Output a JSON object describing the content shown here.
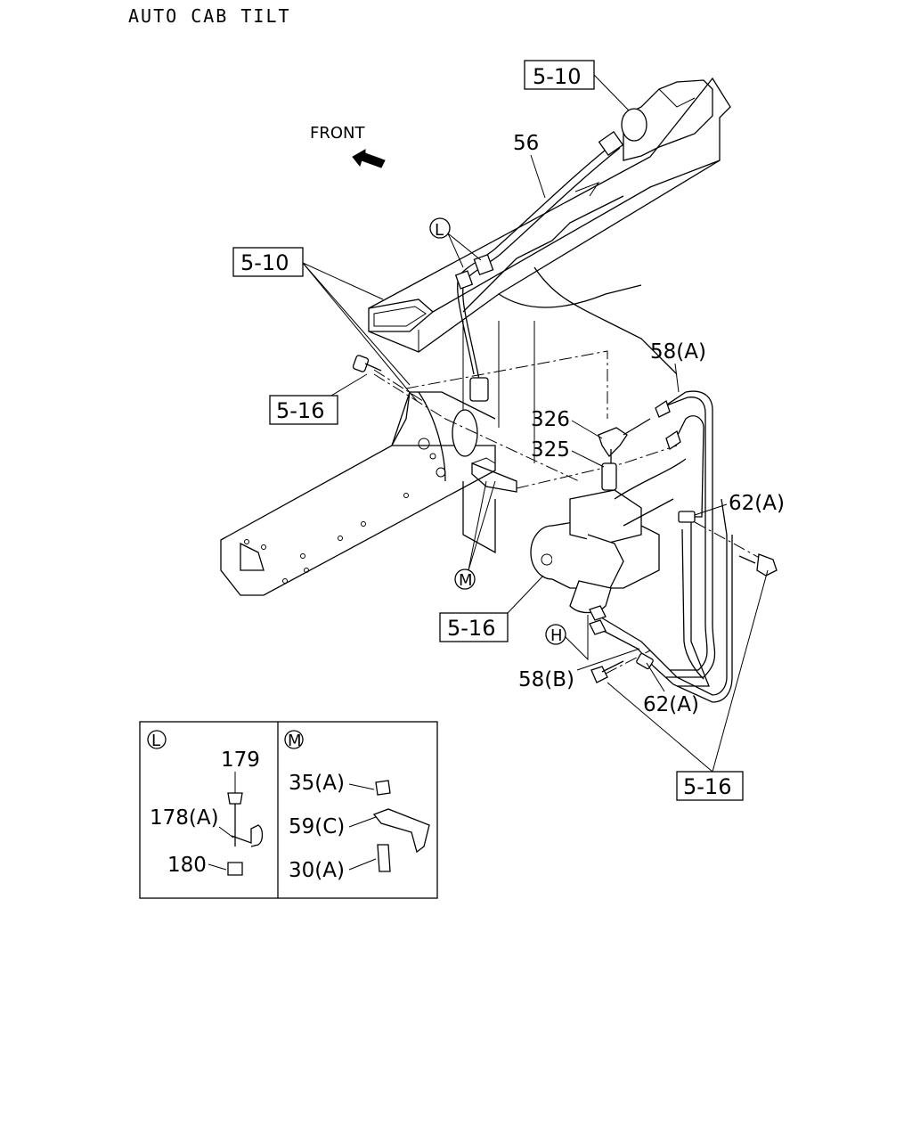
{
  "title": "AUTO CAB TILT",
  "front_label": "FRONT",
  "refs": {
    "ref_5_10_top": "5-10",
    "ref_5_10_left": "5-10",
    "ref_5_16_left": "5-16",
    "ref_5_16_center": "5-16",
    "ref_5_16_right": "5-16"
  },
  "callouts": {
    "c56": "56",
    "c58a": "58(A)",
    "c326": "326",
    "c325": "325",
    "c62a_upper": "62(A)",
    "c58b": "58(B)",
    "c62a_lower": "62(A)"
  },
  "circle_markers": {
    "L": "L",
    "M": "M",
    "H": "H"
  },
  "detail_L": {
    "tag": "L",
    "p179": "179",
    "p178a": "178(A)",
    "p180": "180"
  },
  "detail_M": {
    "tag": "M",
    "p35a": "35(A)",
    "p59c": "59(C)",
    "p30a": "30(A)"
  }
}
